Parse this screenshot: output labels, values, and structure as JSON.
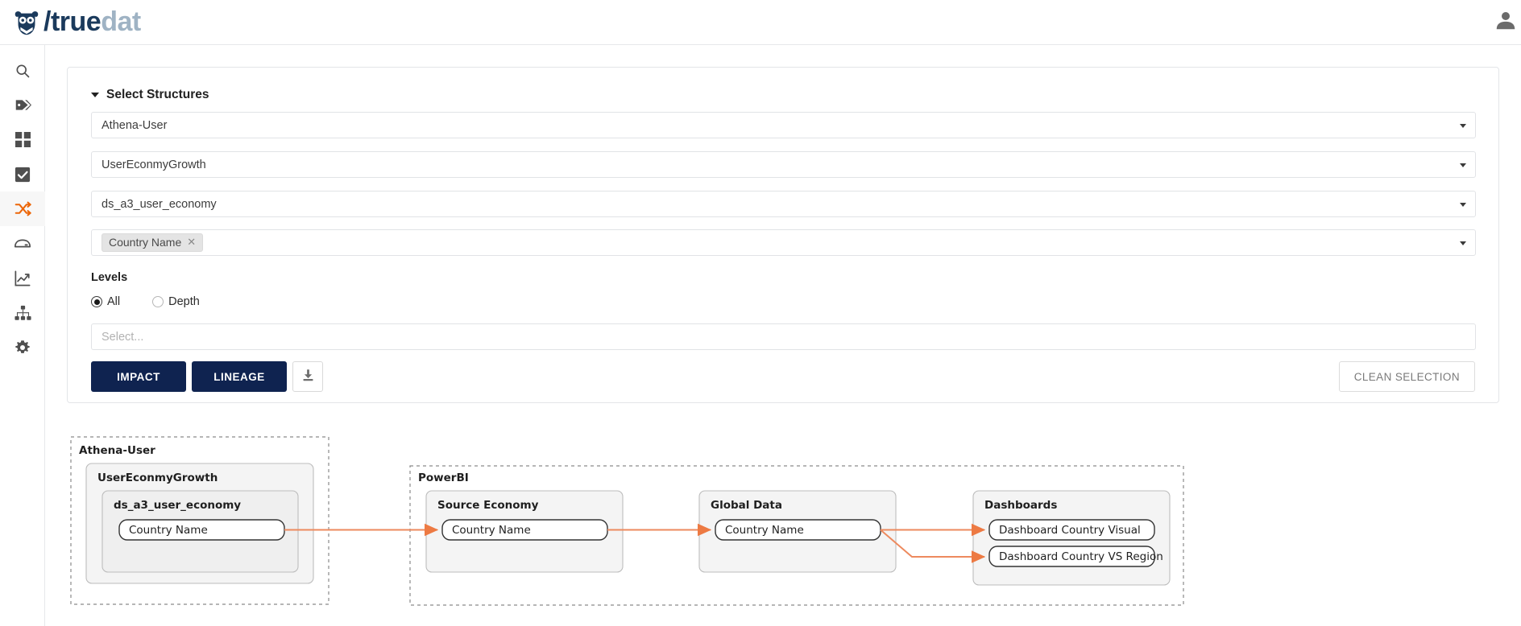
{
  "app": {
    "brand_true": "true",
    "brand_dat": "dat",
    "brand_slash": "/",
    "logo_icon": "owl-logo-icon",
    "account_icon": "user-account-icon",
    "accent_orange": "#ec6608",
    "brand_navy": "#0f2350",
    "edge_orange": "#ed8a5e"
  },
  "sidebar": {
    "items": [
      {
        "name": "search",
        "icon": "search-icon"
      },
      {
        "name": "tags",
        "icon": "tags-icon"
      },
      {
        "name": "domains",
        "icon": "grid-icon"
      },
      {
        "name": "tasks",
        "icon": "checkbox-icon"
      },
      {
        "name": "lineage",
        "icon": "shuffle-icon",
        "active": true
      },
      {
        "name": "sources",
        "icon": "database-icon"
      },
      {
        "name": "metrics",
        "icon": "chart-icon"
      },
      {
        "name": "hierarchy",
        "icon": "sitemap-icon"
      },
      {
        "name": "settings",
        "icon": "gear-icon"
      }
    ]
  },
  "panel": {
    "title": "Select Structures",
    "collapse_icon": "caret-down-icon",
    "fields": [
      {
        "name": "system",
        "value": "Athena-User",
        "arrow_icon": "caret-down-icon"
      },
      {
        "name": "structure",
        "value": "UserEconmyGrowth",
        "arrow_icon": "caret-down-icon"
      },
      {
        "name": "table",
        "value": "ds_a3_user_economy",
        "arrow_icon": "caret-down-icon"
      },
      {
        "name": "fields",
        "value": "",
        "arrow_icon": "caret-down-icon",
        "tags": [
          {
            "label": "Country Name",
            "remove_icon": "close-icon"
          }
        ]
      }
    ],
    "levels": {
      "label": "Levels",
      "options": [
        {
          "label": "All",
          "selected": true
        },
        {
          "label": "Depth",
          "selected": false
        }
      ],
      "select_placeholder": "Select..."
    },
    "actions": {
      "impact": "IMPACT",
      "lineage": "LINEAGE",
      "download_icon": "download-icon",
      "clean_selection": "CLEAN SELECTION"
    }
  },
  "graph": {
    "type": "lineage",
    "groups": [
      {
        "name": "athena-user-group",
        "label": "Athena-User",
        "containers": [
          {
            "label": "UserEconmyGrowth",
            "containers": [
              {
                "label": "ds_a3_user_economy",
                "nodes": [
                  {
                    "label": "Country Name"
                  }
                ]
              }
            ]
          }
        ]
      },
      {
        "name": "powerbi-group",
        "label": "PowerBI",
        "containers": [
          {
            "label": "Source Economy",
            "nodes": [
              {
                "label": "Country Name"
              }
            ]
          },
          {
            "label": "Global Data",
            "nodes": [
              {
                "label": "Country Name"
              }
            ]
          },
          {
            "label": "Dashboards",
            "nodes": [
              {
                "label": "Dashboard Country Visual"
              },
              {
                "label": "Dashboard Country VS Region"
              }
            ]
          }
        ]
      }
    ],
    "edges": [
      {
        "from": "Athena-User / Country Name",
        "to": "Source Economy / Country Name"
      },
      {
        "from": "Source Economy / Country Name",
        "to": "Global Data / Country Name"
      },
      {
        "from": "Global Data / Country Name",
        "to": "Dashboard Country Visual"
      },
      {
        "from": "Global Data / Country Name",
        "to": "Dashboard Country VS Region"
      }
    ]
  }
}
